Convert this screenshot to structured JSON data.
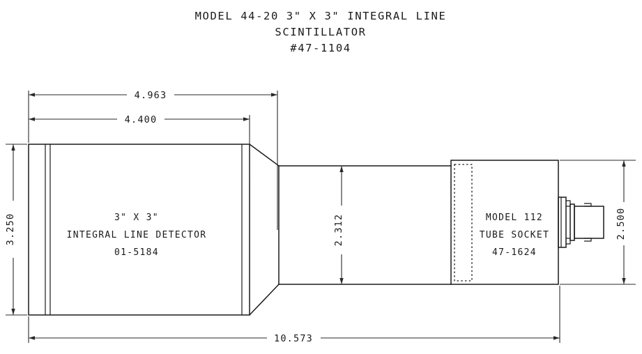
{
  "drawing": {
    "title": {
      "line1": "MODEL 44-20 3\" X 3\" INTEGRAL LINE",
      "line2": "SCINTILLATOR",
      "line3": "#47-1104"
    },
    "detector_body_label": {
      "line1": "3\" X 3\"",
      "line2": "INTEGRAL LINE DETECTOR",
      "line3": "01-5184"
    },
    "tube_socket_label": {
      "line1": "MODEL 112",
      "line2": "TUBE SOCKET",
      "line3": "47-1624"
    },
    "dimensions": {
      "top_outer": "4.963",
      "top_inner": "4.400",
      "left_height": "3.250",
      "mid_height": "2.312",
      "right_height": "2.500",
      "overall_length": "10.573"
    },
    "colors": {
      "ink": "#1a1a1a",
      "dimension": "#2a2a2a",
      "paper": "#ffffff"
    }
  }
}
